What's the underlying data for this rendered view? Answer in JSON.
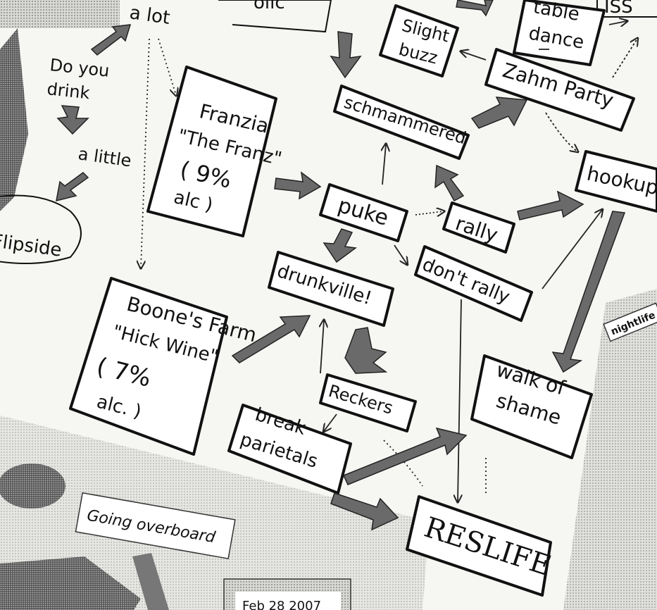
{
  "top_fragments": {
    "partial_left": "olic",
    "partial_right": "ISS"
  },
  "question": {
    "a_lot": "a lot",
    "do_you": "Do you",
    "drink": "drink",
    "a_little": "a little",
    "flipside": "Flipside"
  },
  "nodes": {
    "franzia_line1": "Franzia",
    "franzia_line2": "\"The Franz\"",
    "franzia_line3": "( 9%",
    "franzia_line4": "alc )",
    "boones_line1": "Boone's Farm",
    "boones_line2": "\"Hick Wine\"",
    "boones_line3": "( 7%",
    "boones_line4": "alc. )",
    "slight_buzz_1": "Slight",
    "slight_buzz_2": "buzz",
    "table_dance_1": "table",
    "table_dance_2": "dance",
    "zahm_party": "Zahm Party",
    "schmammered": "schmammered",
    "hookup": "hookup",
    "puke": "puke",
    "rally": "rally",
    "dont_rally": "don't rally",
    "drunkville": "drunkville!",
    "reckers": "Reckers",
    "break_parietals_1": "break",
    "break_parietals_2": "parietals",
    "walk_of_shame_1": "walk of",
    "walk_of_shame_2": "shame",
    "reslife": "RESLIFE"
  },
  "tags": {
    "nightlife": "nightlife",
    "going_overboard": "Going overboard",
    "date_partial": "Feb 28 2007"
  },
  "colors": {
    "ink": "#111111",
    "arrow_fill": "#6a6a6a",
    "paper": "#f6f6f3",
    "halftone": "#9a9a9a"
  }
}
